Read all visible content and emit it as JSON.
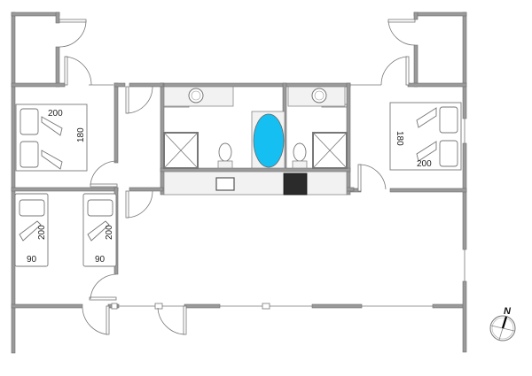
{
  "plan": {
    "type": "floor-plan",
    "wall_color": "#9a9a9a",
    "wall_edge": "#6e6e6e",
    "fixture_fill": "#f0f0f0",
    "bathtub_color": "#16bff2",
    "stove_color": "#2b2b2b"
  },
  "rooms": {
    "bedroom_left": {
      "bed_length": "200",
      "bed_width": "180"
    },
    "bedroom_right": {
      "bed_length": "200",
      "bed_width": "180"
    },
    "single_bed_1": {
      "length": "200",
      "width": "90"
    },
    "single_bed_2": {
      "length": "200",
      "width": "90"
    }
  },
  "compass": {
    "label": "N"
  }
}
